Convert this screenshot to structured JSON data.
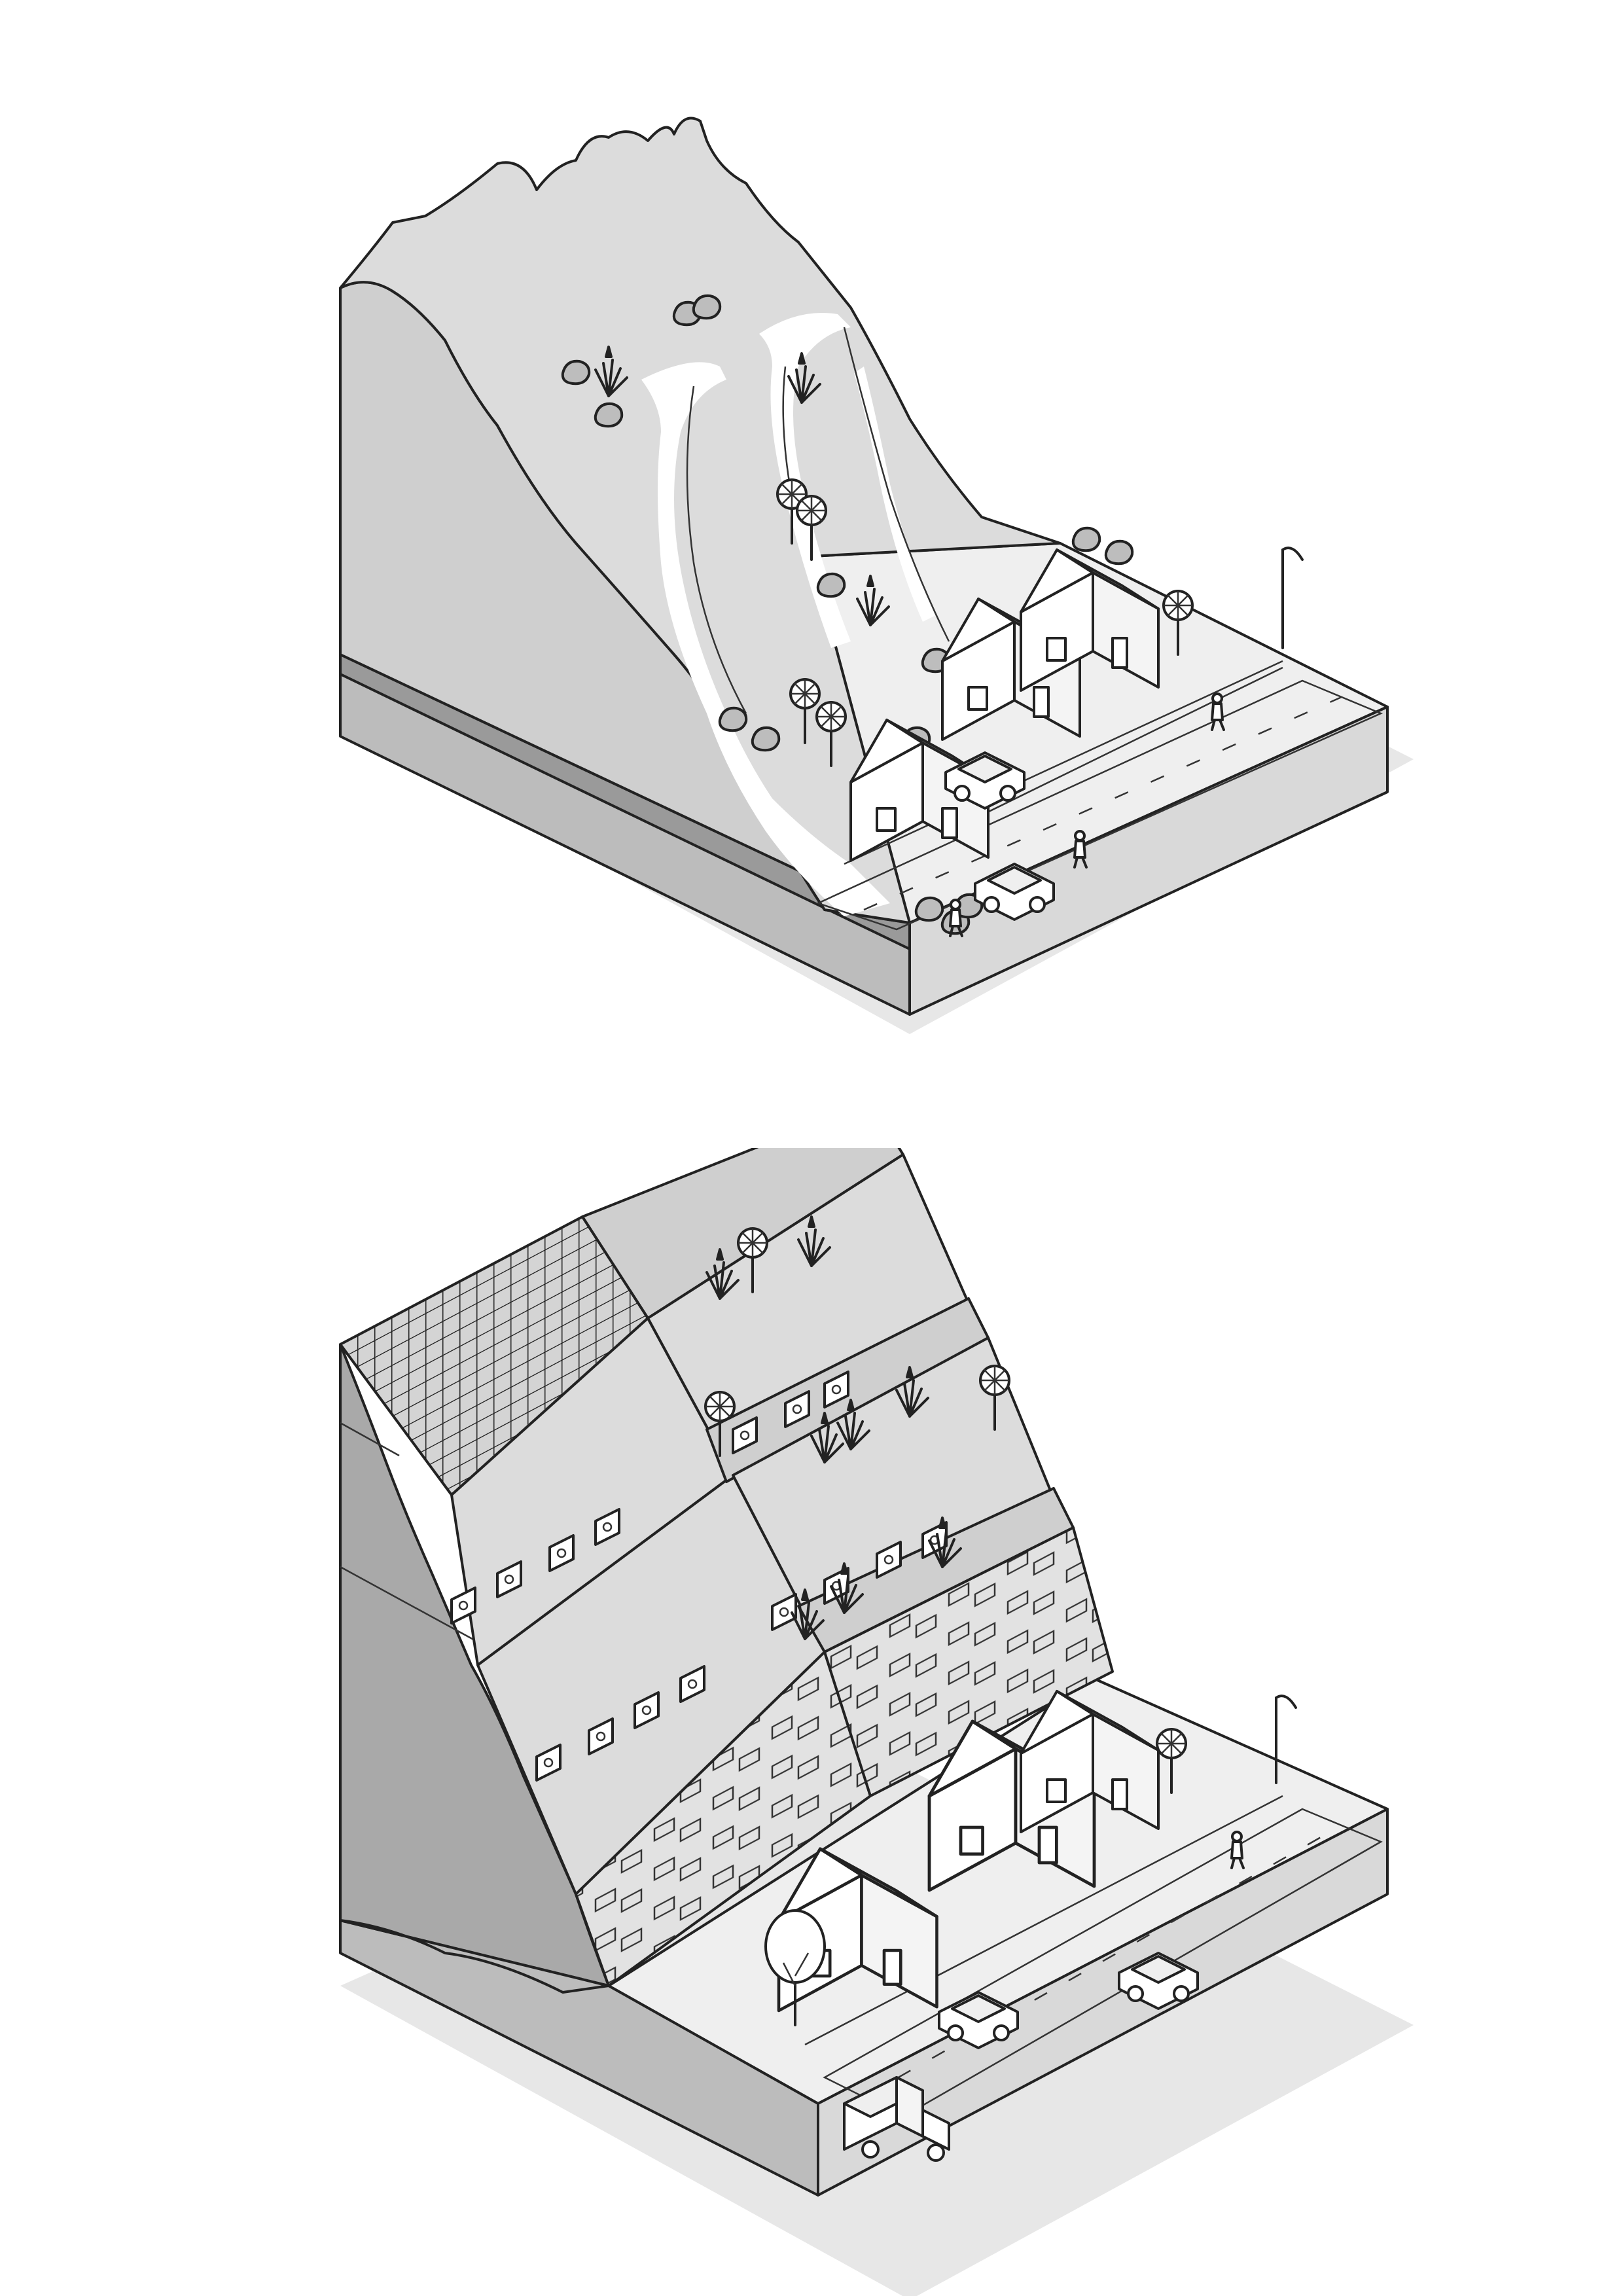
{
  "colors": {
    "outline": "#222222",
    "hill_light": "#dcdcdc",
    "hill_mid": "#cfcfcf",
    "hill_dark": "#a9a9a9",
    "ground": "#efefef",
    "slab_edge": "#d6d6d6",
    "shadow": "#e6e6e6",
    "white": "#ffffff"
  },
  "scenes": [
    {
      "id": "landslide-scene",
      "houses": 3,
      "cars": 1,
      "vans": 1,
      "pedestrians": 3,
      "boulders": 14
    },
    {
      "id": "stabilized-slope-scene",
      "terraces": 3,
      "houses": 3,
      "cars": 1,
      "vans": 1,
      "trucks": 1,
      "pedestrians": 1
    }
  ],
  "icons": [
    "house-icon",
    "car-icon",
    "van-icon",
    "truck-icon",
    "street-lamp-icon",
    "tree-icon",
    "shrub-icon",
    "boulder-icon",
    "pedestrian-icon",
    "wire-mesh-icon",
    "drain-icon"
  ]
}
